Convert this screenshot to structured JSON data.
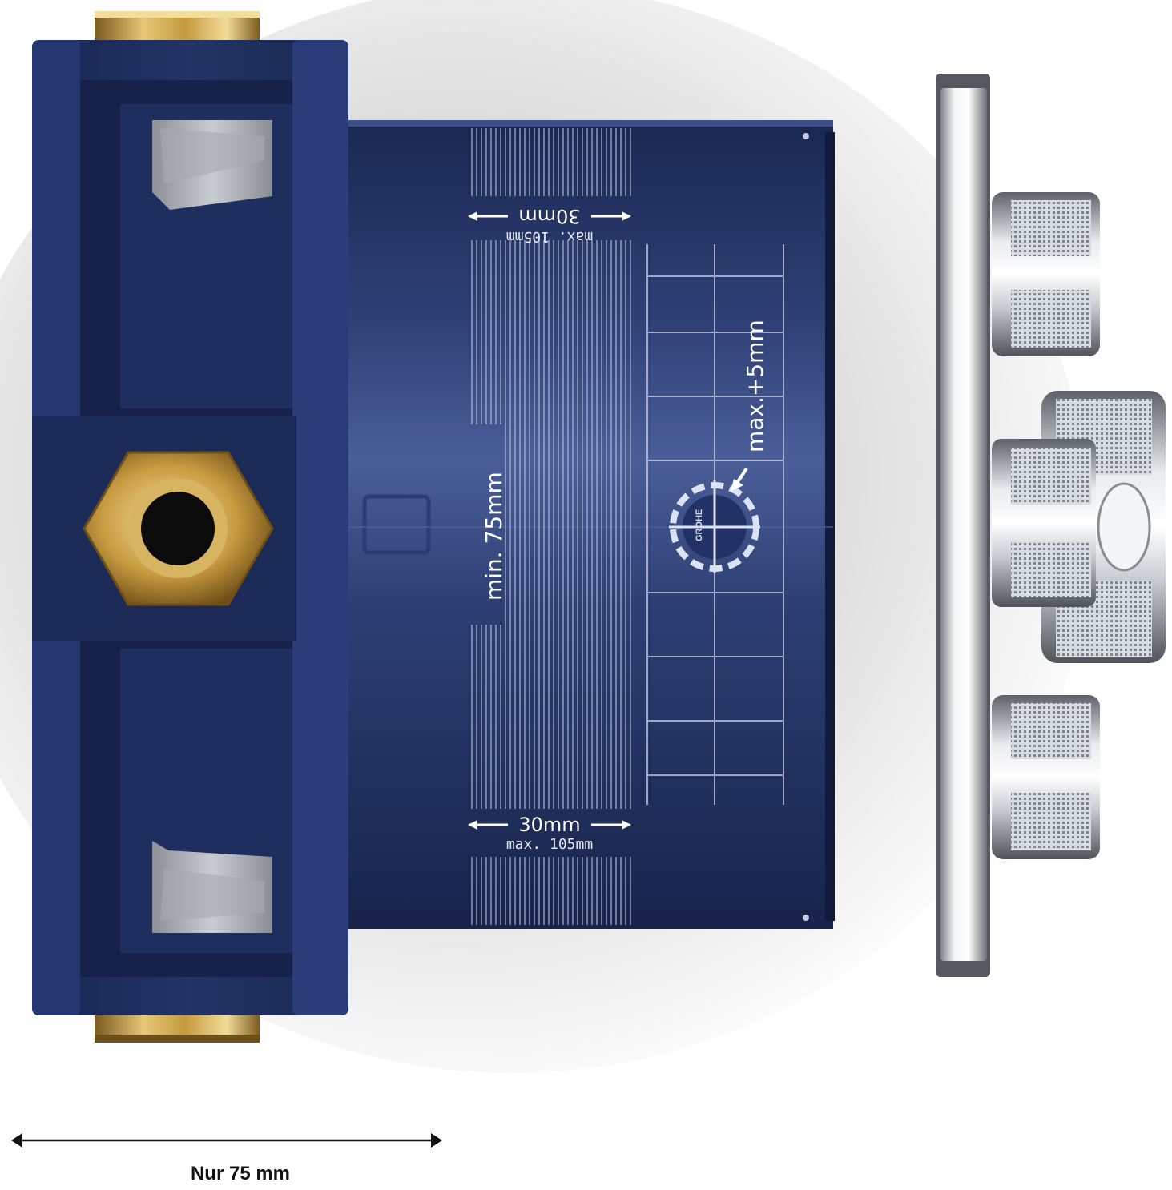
{
  "colors": {
    "body_blue": "#1c2c5a",
    "body_blue_light": "#3b4e86",
    "brass": "#c9a24a",
    "chrome": "#c8cbd0",
    "marking_white": "#dfe6f5"
  },
  "markings": {
    "top_small": "max. 105mm",
    "top_big": "30mm",
    "bottom_big": "30mm",
    "bottom_small": "max. 105mm",
    "vertical_min": "min. 75mm",
    "vertical_max": "max.+5mm",
    "logo": "GROHE"
  },
  "caption": {
    "text": "Nur 75 mm"
  }
}
